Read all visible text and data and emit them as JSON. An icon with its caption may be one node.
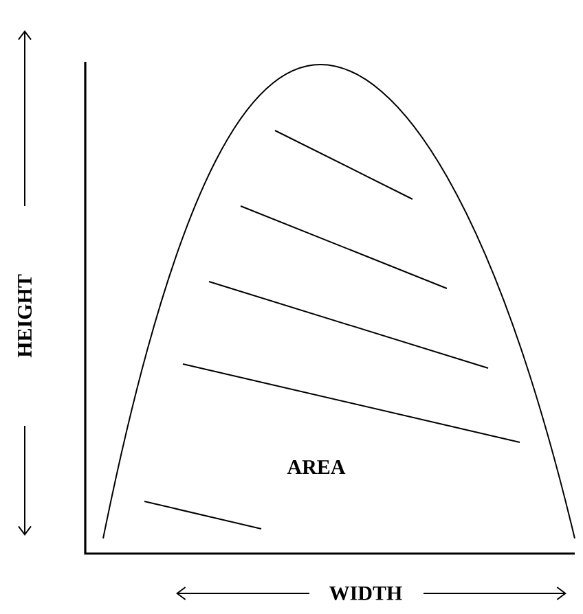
{
  "diagram": {
    "labels": [
      "HEIGHT",
      "AREA",
      "WIDTH"
    ]
  }
}
